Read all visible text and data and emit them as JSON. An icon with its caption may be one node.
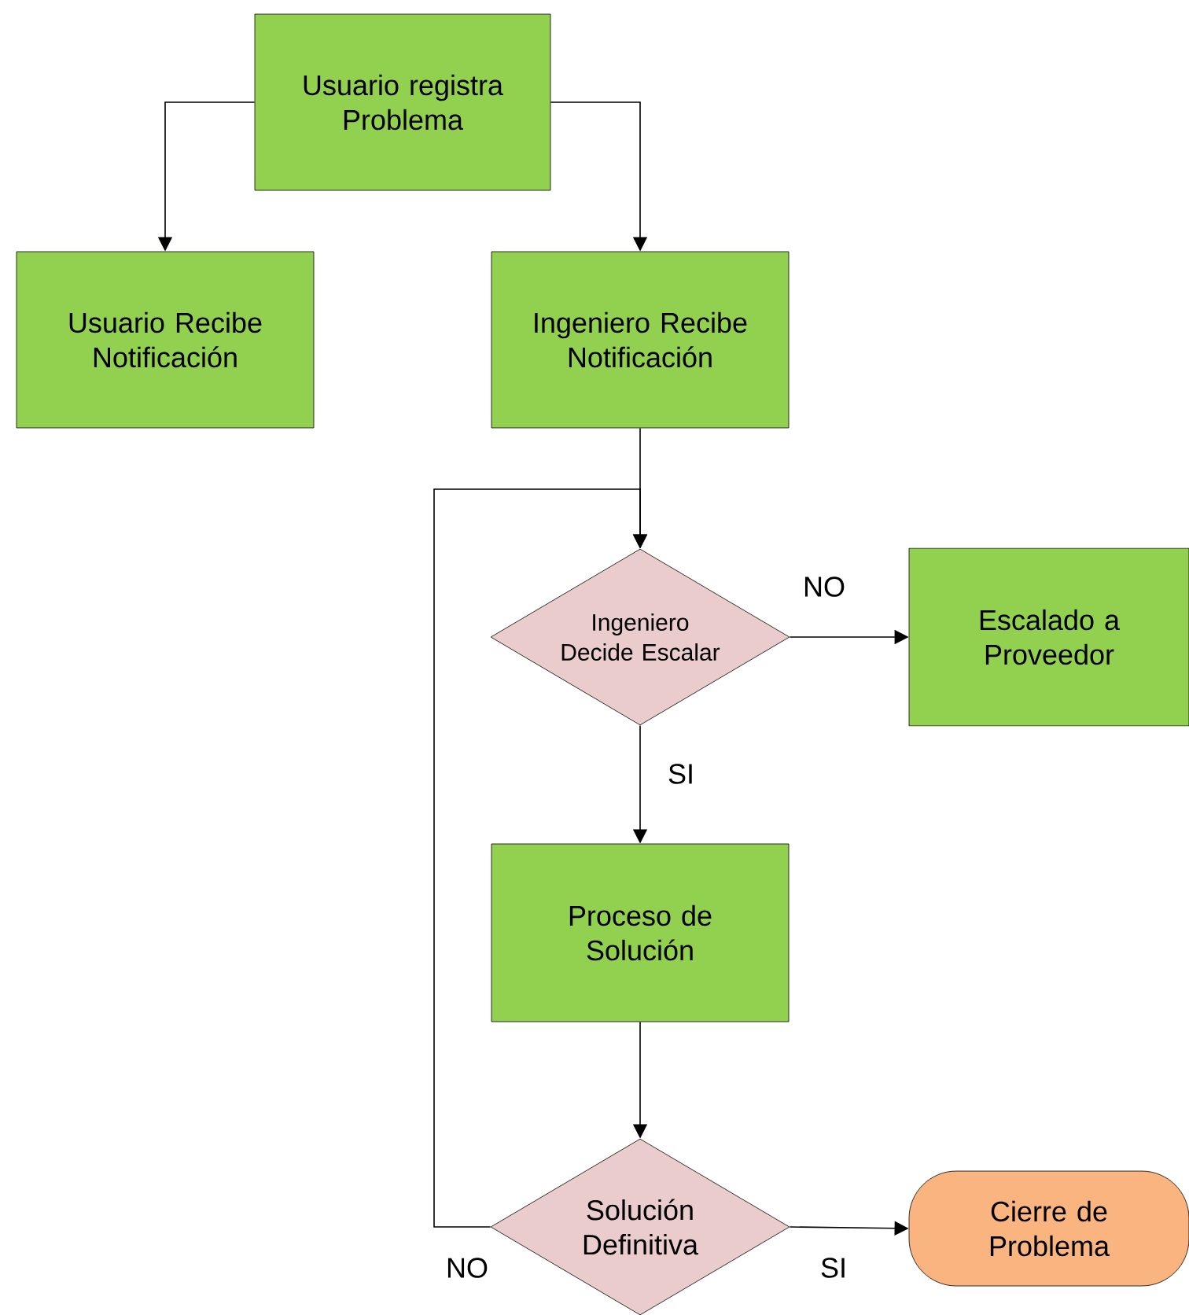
{
  "diagram": {
    "nodes": [
      {
        "text": [
          "Usuario registra Problema"
        ]
      },
      {
        "text": [
          "Usuario Recibe Notificación"
        ]
      },
      {
        "text": [
          "Ingeniero Recibe Notificación"
        ]
      },
      {
        "text": [
          "Ingeniero Decide Escalar"
        ]
      },
      {
        "text": [
          "Escalado a Proveedor"
        ]
      },
      {
        "text": [
          "Proceso de Solución"
        ]
      },
      {
        "text": [
          "Solución Definitiva"
        ]
      },
      {
        "text": [
          "Cierre de Problema"
        ]
      }
    ],
    "edges": [
      {
        "from": 0,
        "to": 1,
        "arrow": "to"
      },
      {
        "from": 0,
        "to": 2,
        "arrow": "to"
      },
      {
        "from": 2,
        "to": 3,
        "arrow": "to"
      },
      {
        "from": 3,
        "to": 4,
        "arrow": "to",
        "label": "NO"
      },
      {
        "from": 3,
        "to": 5,
        "arrow": "to",
        "label": "SI"
      },
      {
        "from": 5,
        "to": 6,
        "arrow": "to"
      },
      {
        "from": 6,
        "to": 7,
        "arrow": "to",
        "label": "SI"
      },
      {
        "from": 6,
        "to": 3,
        "arrow": "to",
        "label": "NO"
      }
    ]
  }
}
